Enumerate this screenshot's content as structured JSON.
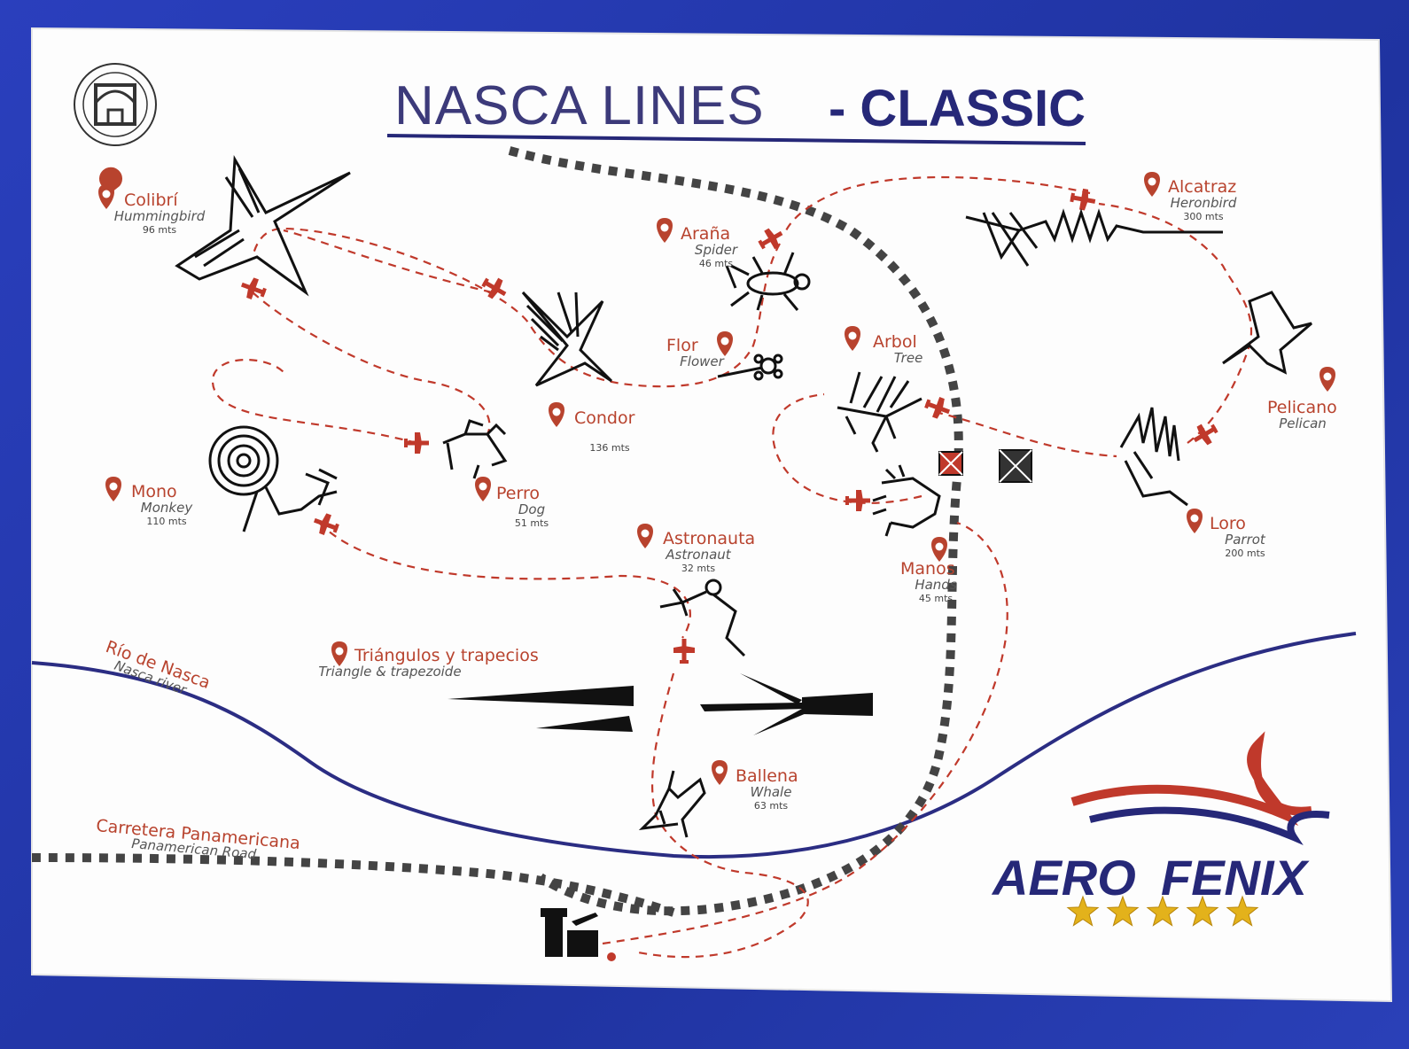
{
  "title": {
    "main": "NASCA LINES",
    "suffix": "- CLASSIC"
  },
  "brand": {
    "name_part1": "AERO",
    "name_part2": "FENIX",
    "stars": 5
  },
  "colors": {
    "paper": "#ffffff",
    "background": "#2438a8",
    "accent_red": "#b8432e",
    "route_red": "#c0392b",
    "river": "#2b2d83",
    "road": "#444444",
    "star": "#e3b21b"
  },
  "places": [
    {
      "key": "colibri",
      "name": "Colibrí",
      "sub": "Hummingbird",
      "mts": "96 mts"
    },
    {
      "key": "arana",
      "name": "Araña",
      "sub": "Spider",
      "mts": "46 mts"
    },
    {
      "key": "alcatraz",
      "name": "Alcatraz",
      "sub": "Heronbird",
      "mts": "300 mts"
    },
    {
      "key": "flor",
      "name": "Flor",
      "sub": "Flower",
      "mts": ""
    },
    {
      "key": "arbol",
      "name": "Arbol",
      "sub": "Tree",
      "mts": ""
    },
    {
      "key": "pelicano",
      "name": "Pelicano",
      "sub": "Pelican",
      "mts": ""
    },
    {
      "key": "condor",
      "name": "Condor",
      "sub": "",
      "mts": "136 mts"
    },
    {
      "key": "mono",
      "name": "Mono",
      "sub": "Monkey",
      "mts": "110 mts"
    },
    {
      "key": "perro",
      "name": "Perro",
      "sub": "Dog",
      "mts": "51 mts"
    },
    {
      "key": "loro",
      "name": "Loro",
      "sub": "Parrot",
      "mts": "200 mts"
    },
    {
      "key": "astronauta",
      "name": "Astronauta",
      "sub": "Astronaut",
      "mts": "32 mts"
    },
    {
      "key": "manos",
      "name": "Manos",
      "sub": "Hands",
      "mts": "45 mts"
    },
    {
      "key": "triangulos",
      "name": "Triángulos y trapecios",
      "sub": "Triangle & trapezoide",
      "mts": ""
    },
    {
      "key": "ballena",
      "name": "Ballena",
      "sub": "Whale",
      "mts": "63 mts"
    }
  ],
  "river": {
    "name": "Río de Nasca",
    "sub": "Nasca river"
  },
  "road": {
    "name": "Carretera Panamericana",
    "sub": "Panamerican Road"
  }
}
